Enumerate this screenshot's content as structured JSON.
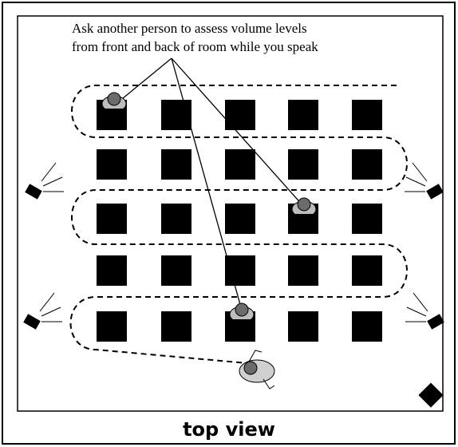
{
  "instructions": {
    "line1": "Ask another person to assess volume levels",
    "line2": "from front and back of room while you speak"
  },
  "caption": "top view",
  "grid": {
    "rows": 5,
    "cols": 5
  },
  "colors": {
    "ink": "#000000",
    "person": "#bdbdbd",
    "background": "#ffffff"
  }
}
